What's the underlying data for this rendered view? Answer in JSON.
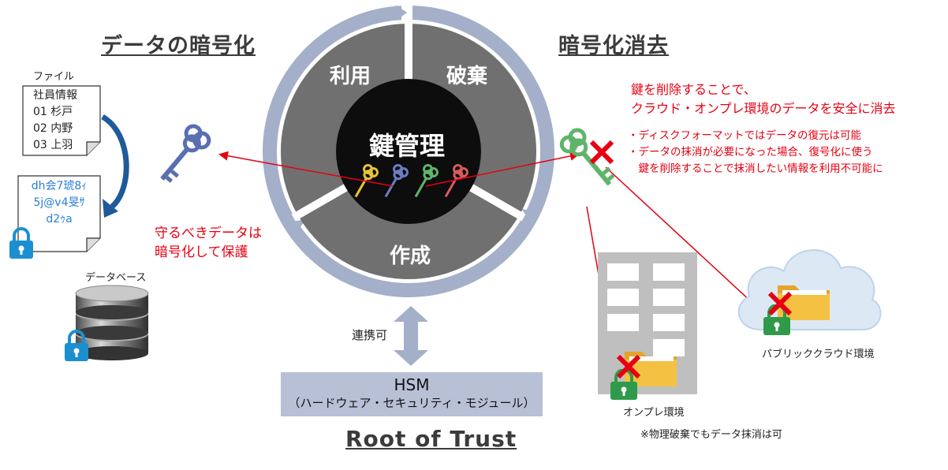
{
  "left": {
    "heading": "データの暗号化",
    "file_label": "ファイル",
    "doc_lines": [
      "社員情報",
      "01 杉戸",
      "02 内野",
      "03 上羽"
    ],
    "encrypted_lines": [
      "dh会7琥8ｨ",
      "5j@v4旻ｻ",
      "d2ｩa"
    ],
    "db_label": "データベース",
    "protect_text": [
      "守るべきデータは",
      "暗号化して保護"
    ]
  },
  "center": {
    "segments": {
      "use": "利用",
      "destroy": "破棄",
      "create": "作成"
    },
    "core_label": "鍵管理",
    "link_label": "連携可",
    "hsm_title": "HSM",
    "hsm_subtitle": "（ハードウェア・セキュリティ・モジュール）",
    "root_of_trust": "Root of Trust"
  },
  "right": {
    "heading": "暗号化消去",
    "summary": [
      "鍵を削除することで、",
      "クラウド・オンプレ環境のデータを安全に消去"
    ],
    "bullets": [
      "・ディスクフォーマットではデータの復元は可能",
      "・データの抹消が必要になった場合、復号化に使う",
      "　鍵を削除することで抹消したい情報を利用不可能に"
    ],
    "onprem_label": "オンプレ環境",
    "cloud_label": "パブリッククラウド環境",
    "physical_note": "※物理破棄でもデータ抹消は可"
  },
  "colors": {
    "accent_red": "#e60012",
    "ring": "#a4afc9",
    "segment": "#707070",
    "core": "#0d0d0d",
    "hsm_box": "#b8c0d6",
    "lock": "#1c8fd0",
    "green_lock": "#2f9a4a",
    "folder": "#f5c142"
  },
  "icons": [
    "key-icon",
    "lock-icon",
    "database-icon",
    "folder-icon",
    "cloud-icon",
    "building-icon",
    "cross-icon"
  ]
}
